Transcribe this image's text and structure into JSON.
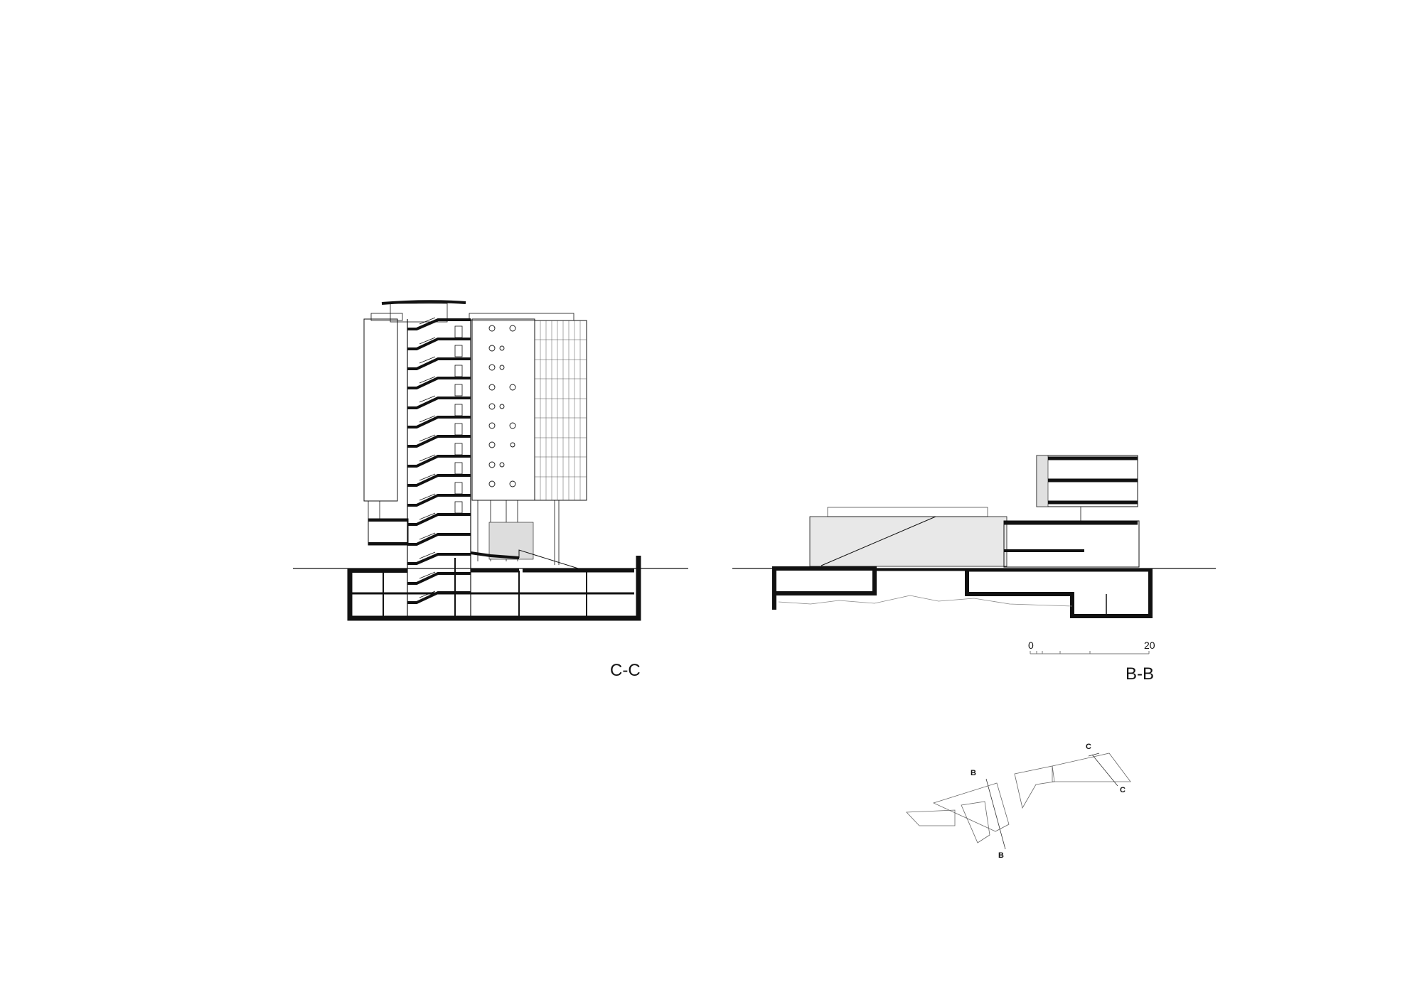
{
  "sheet": {
    "background": "#ffffff",
    "line_color": "#111111",
    "fine_line_color": "#777777"
  },
  "sections": [
    {
      "id": "C-C",
      "title": "C-C",
      "description": "Section through high-rise tower with zig-zag stair core, circular-window facade, gridded curtain wall and two-level basement"
    },
    {
      "id": "B-B",
      "title": "B-B",
      "description": "Section through low-rise building with sloped hatched roof volume, stepped terraces, upper block and basement"
    }
  ],
  "scale_bar": {
    "start_label": "0",
    "end_label": "20"
  },
  "key_plan": {
    "cut_markers": [
      {
        "letter": "B",
        "position": "top"
      },
      {
        "letter": "B",
        "position": "bottom"
      },
      {
        "letter": "C",
        "position": "top"
      },
      {
        "letter": "C",
        "position": "bottom"
      }
    ]
  }
}
